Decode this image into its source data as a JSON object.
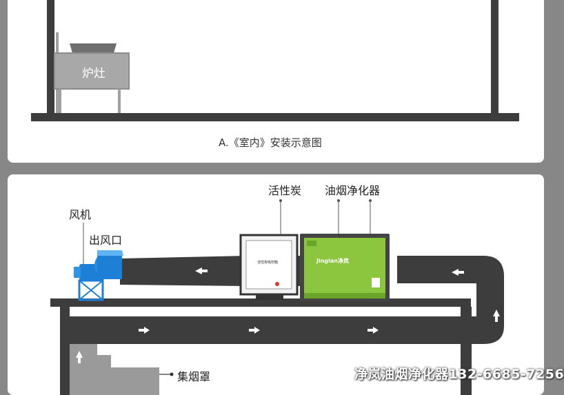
{
  "indoor": {
    "stove_label": "炉灶",
    "caption": "A.《室内》安装示意图"
  },
  "outdoor": {
    "fan_label": "风机",
    "outlet_label": "出风口",
    "carbon_label": "活性炭",
    "purifier_label": "油烟净化器",
    "hood_label": "集烟罩",
    "carbon_box_text": "活性炭吸附箱",
    "purifier_brand": "Jinglan净岚"
  },
  "watermark": "净岚油烟净化器132-6685-7256",
  "colors": {
    "duct": "#3d3d3d",
    "fan_blue": "#1e7fd6",
    "purifier_green": "#8cc63f",
    "background": "#878787",
    "grey_block": "#9a9a9a"
  }
}
